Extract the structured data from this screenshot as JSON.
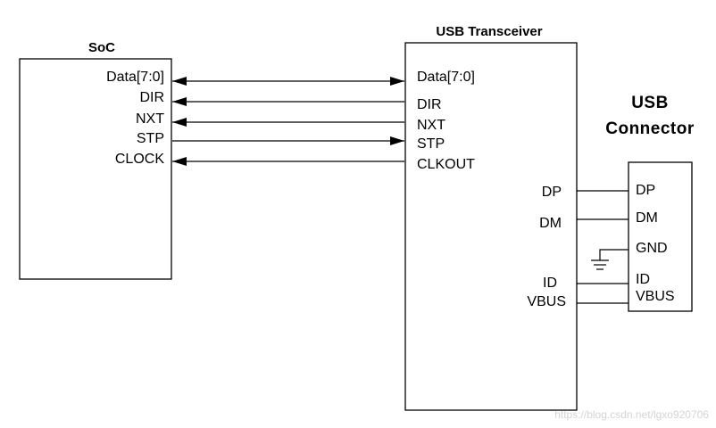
{
  "soc": {
    "title": "SoC",
    "pins": [
      "Data[7:0]",
      "DIR",
      "NXT",
      "STP",
      "CLOCK"
    ]
  },
  "transceiver": {
    "title": "USB Transceiver",
    "left_pins": [
      "Data[7:0]",
      "DIR",
      "NXT",
      "STP",
      "CLKOUT"
    ],
    "right_pins": [
      "DP",
      "DM",
      "ID",
      "VBUS"
    ]
  },
  "connector": {
    "title_line1": "USB",
    "title_line2": "Connector",
    "pins": [
      "DP",
      "DM",
      "GND",
      "ID",
      "VBUS"
    ]
  },
  "watermark": "https://blog.csdn.net/lgxo920706"
}
